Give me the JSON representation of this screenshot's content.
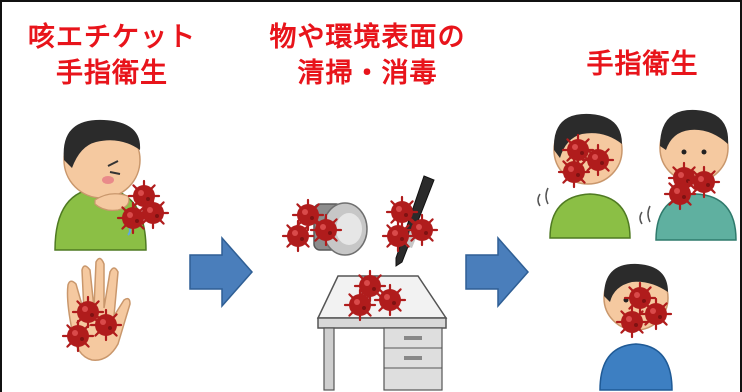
{
  "headings": {
    "left": [
      "咳エチケット",
      "手指衛生"
    ],
    "middle": [
      "物や環境表面の",
      "清掃・消毒"
    ],
    "right": [
      "手指衛生"
    ]
  },
  "colors": {
    "heading_red": "#e8141b",
    "arrow_blue": "#4a7ebb",
    "arrow_edge": "#2f5f95",
    "virus_red": "#b01c1c",
    "shirt_green": "#8bbf45",
    "shirt_teal": "#5fb0a0",
    "shirt_blue": "#3d7fc2",
    "skin": "#f5c9a0",
    "hair": "#2b2b2b"
  },
  "icons": [
    "coughing-boy-icon",
    "palm-hand-icon",
    "door-knob-icon",
    "pen-icon",
    "desk-icon",
    "sick-man-icon",
    "worried-man-icon",
    "boy-touching-face-icon",
    "virus-icon",
    "arrow-right-icon"
  ]
}
